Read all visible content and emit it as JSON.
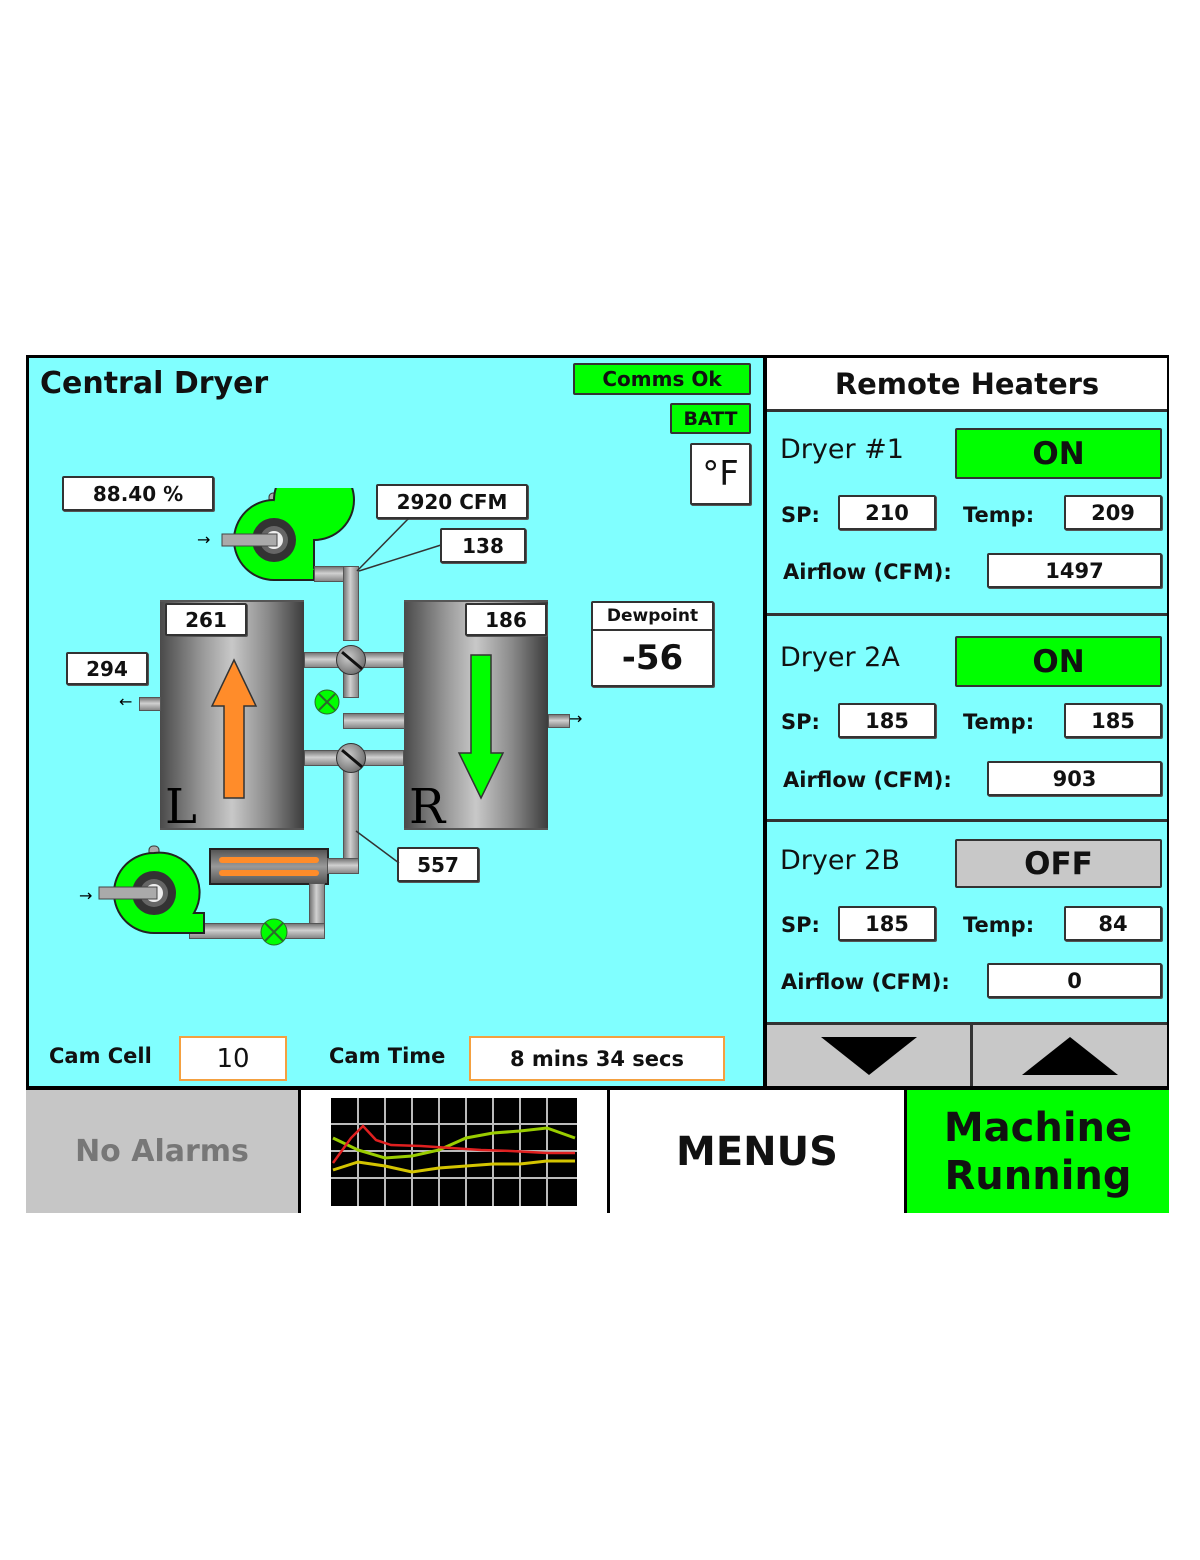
{
  "central_dryer": {
    "title": "Central Dryer",
    "comms_status": "Comms Ok",
    "battery_status": "BATT",
    "units_button": "°F",
    "blower_percent": "88.40 %",
    "process_airflow": "2920 CFM",
    "process_temp": "138",
    "left_tank": {
      "letter": "L",
      "temp": "261",
      "flow_direction": "up",
      "arrow_color": "#ff8c2a"
    },
    "right_tank": {
      "letter": "R",
      "temp": "186",
      "flow_direction": "down",
      "arrow_color": "#00ff00"
    },
    "left_outlet_temp": "294",
    "regen_temp": "557",
    "dewpoint": {
      "label": "Dewpoint",
      "value": "-56"
    },
    "cam_cell": {
      "label": "Cam Cell",
      "value": "10"
    },
    "cam_time": {
      "label": "Cam Time",
      "value": "8 mins 34 secs"
    }
  },
  "remote_heaters": {
    "title": "Remote Heaters",
    "dryers": [
      {
        "name": "Dryer #1",
        "state": "ON",
        "state_color": "#00ff00",
        "sp_label": "SP:",
        "sp": "210",
        "temp_label": "Temp:",
        "temp": "209",
        "airflow_label": "Airflow (CFM):",
        "airflow": "1497"
      },
      {
        "name": "Dryer 2A",
        "state": "ON",
        "state_color": "#00ff00",
        "sp_label": "SP:",
        "sp": "185",
        "temp_label": "Temp:",
        "temp": "185",
        "airflow_label": "Airflow (CFM):",
        "airflow": "903"
      },
      {
        "name": "Dryer 2B",
        "state": "OFF",
        "state_color": "#c8c8c8",
        "sp_label": "SP:",
        "sp": "185",
        "temp_label": "Temp:",
        "temp": "84",
        "airflow_label": "Airflow (CFM):",
        "airflow": "0"
      }
    ],
    "scroll_down_icon": "triangle-down",
    "scroll_up_icon": "triangle-up"
  },
  "bottom_bar": {
    "alarms": "No Alarms",
    "trend_icon": "trend-chart",
    "menus": "MENUS",
    "machine_status_line1": "Machine",
    "machine_status_line2": "Running"
  },
  "colors": {
    "panel_bg": "#80ffff",
    "status_green": "#00ff00",
    "inactive_gray": "#c8c8c8"
  }
}
